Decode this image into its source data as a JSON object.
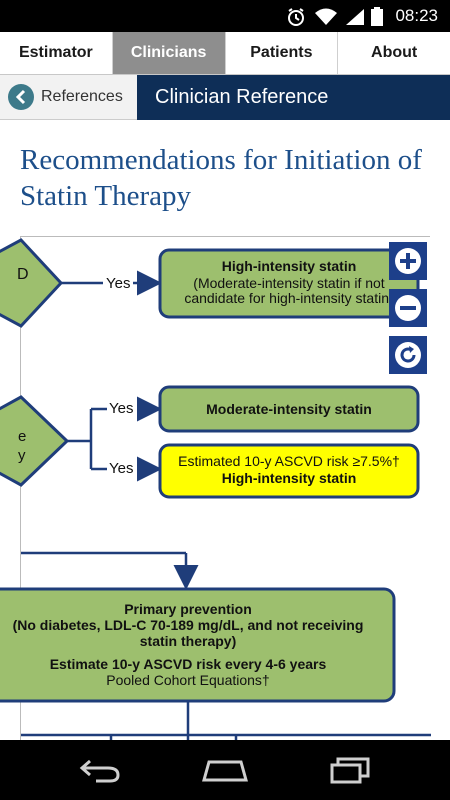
{
  "status": {
    "time": "08:23"
  },
  "tabs": [
    {
      "label": "Estimator"
    },
    {
      "label": "Clinicians"
    },
    {
      "label": "Patients"
    },
    {
      "label": "About"
    }
  ],
  "subheader": {
    "back_label": "References",
    "title": "Clinician Reference"
  },
  "page": {
    "title": "Recommendations for Initiation of Statin Therapy"
  },
  "diagram": {
    "box_high": {
      "line1": "High-intensity statin",
      "line2": "(Moderate-intensity statin if not",
      "line3": "candidate for high-intensity statin)"
    },
    "box_moderate": {
      "line1": "Moderate-intensity statin"
    },
    "box_estimated": {
      "line1": "Estimated 10-y ASCVD risk ≥7.5%†",
      "line2": "High-intensity statin"
    },
    "box_primary": {
      "line1": "Primary prevention",
      "line2": "(No diabetes, LDL-C 70-189 mg/dL, and not receiving",
      "line3": "statin therapy)",
      "line4": "Estimate 10-y ASCVD risk every 4-6 years",
      "line5": "Pooled Cohort Equations†"
    },
    "yes1": "Yes",
    "yes2": "Yes",
    "yes3": "Yes",
    "diamond1_text": "D",
    "diamond2_line1": "e",
    "diamond2_line2": "y",
    "colors": {
      "green": "#9dbf6e",
      "yellow": "#ffff00",
      "navy": "#1f3d7a"
    }
  },
  "controls": {
    "zoom_in": "zoom-in-icon",
    "zoom_out": "zoom-out-icon",
    "reset": "refresh-icon"
  }
}
